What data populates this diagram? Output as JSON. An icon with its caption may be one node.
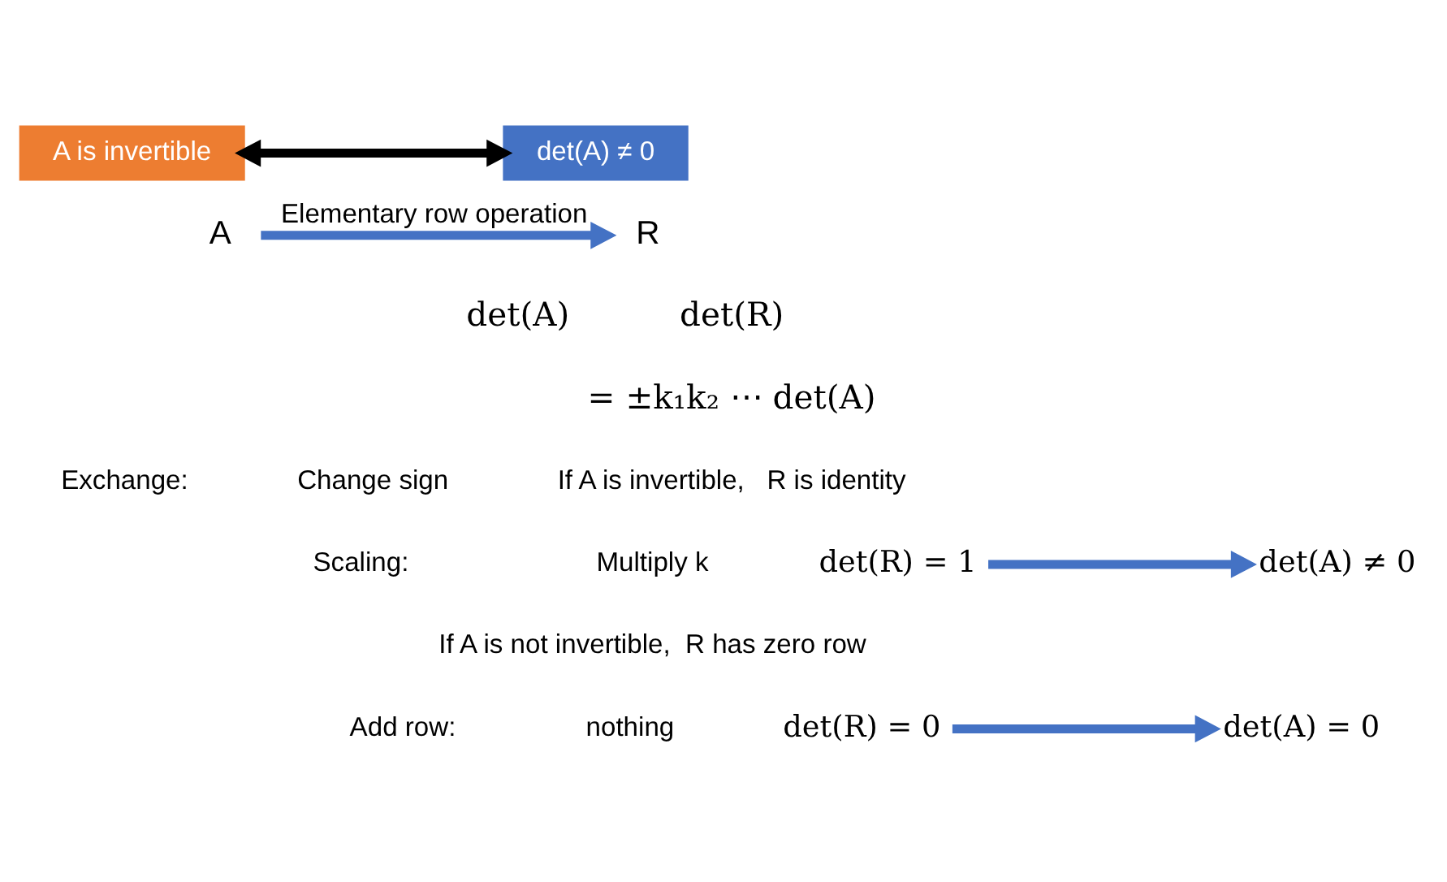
{
  "diagram": {
    "nodes": [
      {
        "text": [
          "A is invertible"
        ]
      },
      {
        "text": [
          "det(A) ≠ 0"
        ]
      },
      {
        "text": [
          "A"
        ]
      },
      {
        "text": [
          "R"
        ]
      },
      {
        "text": [
          "det(R) = 1"
        ]
      },
      {
        "text": [
          "det(A) ≠ 0"
        ]
      },
      {
        "text": [
          "det(R) = 0"
        ]
      },
      {
        "text": [
          "det(A) = 0"
        ]
      }
    ],
    "edges": [
      {
        "from": 0,
        "to": 1,
        "arrow": "both",
        "color": "#000000"
      },
      {
        "from": 2,
        "to": 3,
        "arrow": "to",
        "label": "Elementary row operation"
      },
      {
        "from": 4,
        "to": 5,
        "arrow": "to"
      },
      {
        "from": 6,
        "to": 7,
        "arrow": "to"
      }
    ],
    "labels": [
      "det(A)",
      "det(R)",
      "= ±k₁k₂ ⋯ det(A)",
      "Exchange:",
      "Change sign",
      "If A is invertible,   R is identity",
      "Scaling:",
      "Multiply k",
      "If A is not invertible,  R has zero row",
      "Add row:",
      "nothing"
    ]
  }
}
